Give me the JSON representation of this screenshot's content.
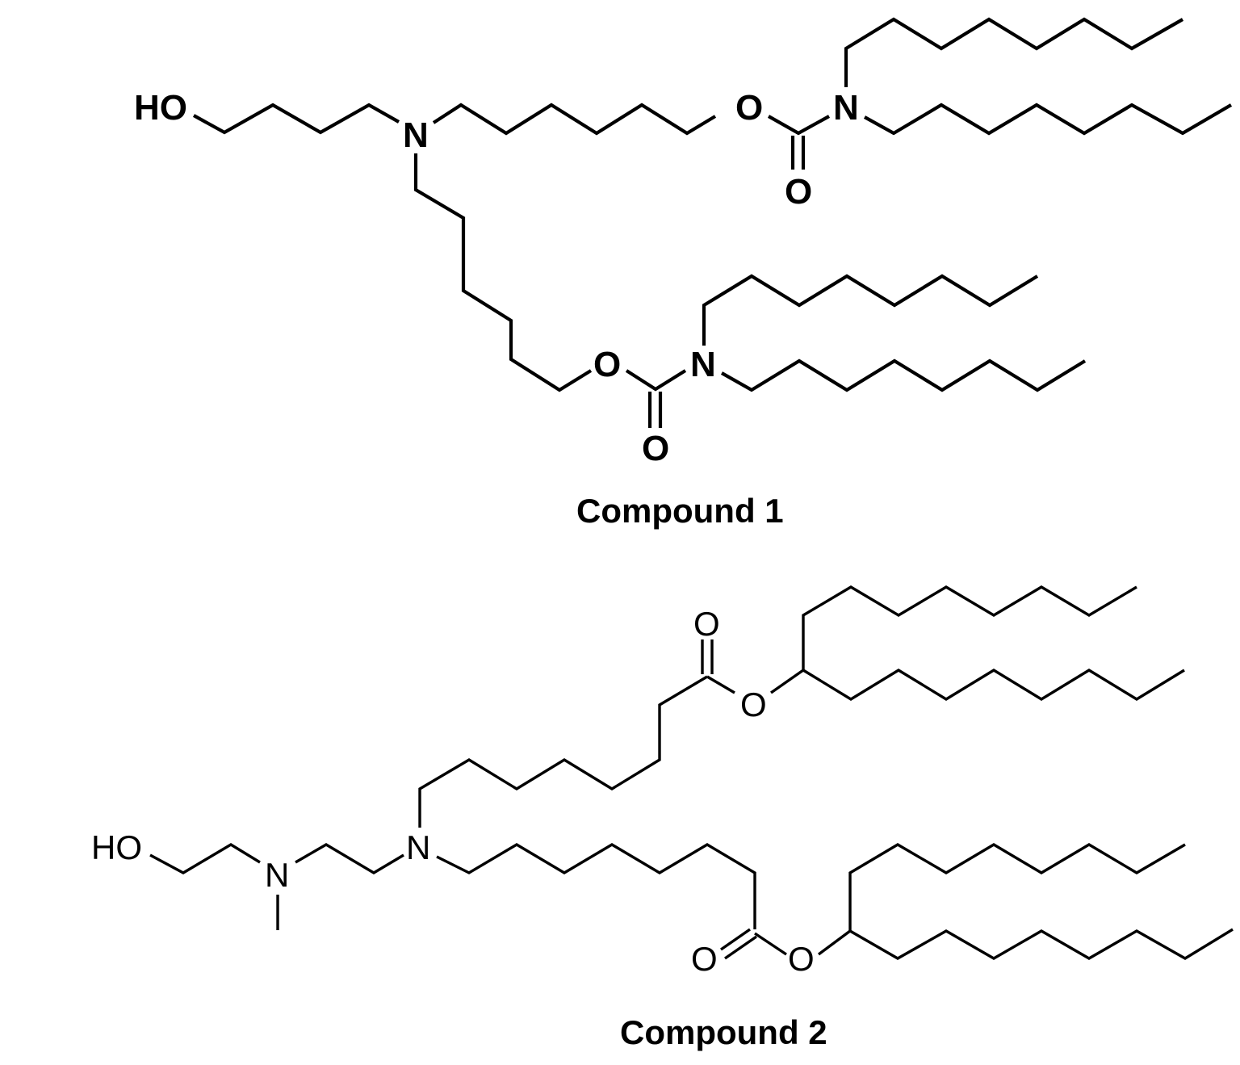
{
  "compounds": [
    {
      "label": "Compound 1",
      "atoms": {
        "hydroxyl": "HO",
        "amine_n": "N",
        "carbamate1_o": "O",
        "carbamate1_n": "N",
        "carbamate1_carbonyl_o": "O",
        "carbamate2_o": "O",
        "carbamate2_n": "N",
        "carbamate2_carbonyl_o": "O"
      }
    },
    {
      "label": "Compound 2",
      "atoms": {
        "hydroxyl": "HO",
        "methylamine_n": "N",
        "amine_n": "N",
        "ester1_carbonyl_o": "O",
        "ester1_o": "O",
        "ester2_carbonyl_o": "O",
        "ester2_o": "O"
      }
    }
  ],
  "colors": {
    "ink": "#000000",
    "background": "#ffffff"
  }
}
